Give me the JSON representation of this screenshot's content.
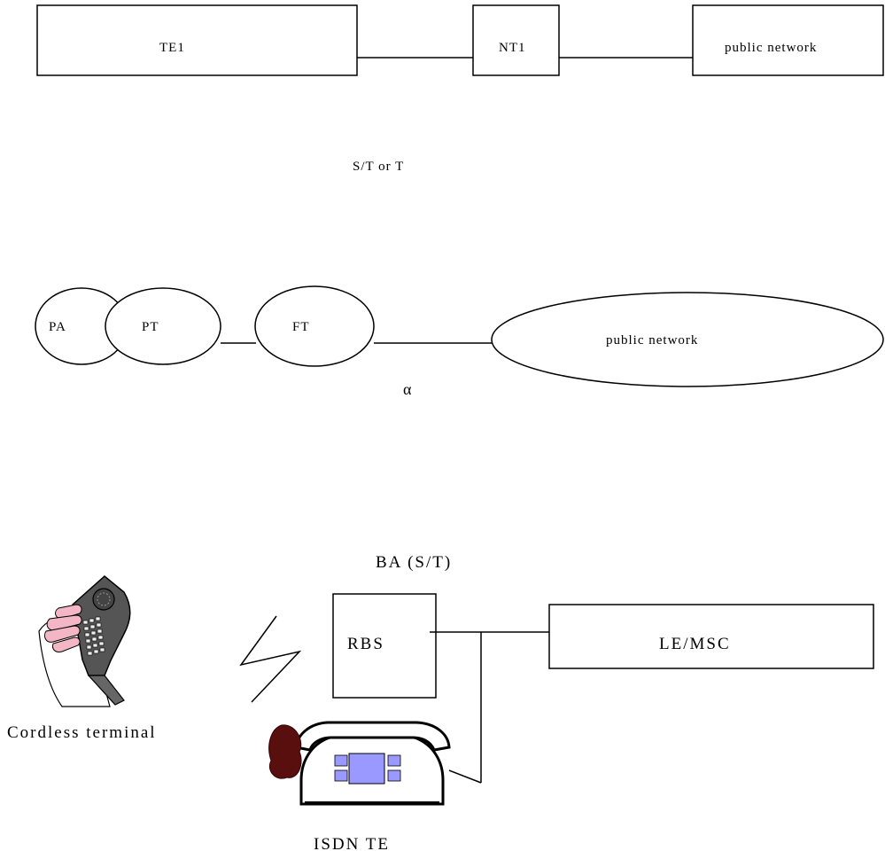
{
  "diagram1": {
    "te1": "TE1",
    "nt1": "NT1",
    "network": "public network",
    "interface": "S/T or T"
  },
  "diagram2": {
    "pa": "PA",
    "pt": "PT",
    "ft": "FT",
    "network": "public network",
    "interface": "α"
  },
  "diagram3": {
    "interface": "BA (S/T)",
    "rbs": "RBS",
    "le_msc": "LE/MSC",
    "cordless": "Cordless terminal",
    "isdn": "ISDN TE"
  },
  "icons": {
    "handset": "cordless-handset-icon",
    "desk_phone": "isdn-desk-phone-icon",
    "radio_link": "radio-link-icon"
  },
  "colors": {
    "hand_skin": "#f2b6c4",
    "handset_body": "#555555",
    "phone_keys": "#9999ff",
    "handset_cord": "#5a0f0f"
  }
}
